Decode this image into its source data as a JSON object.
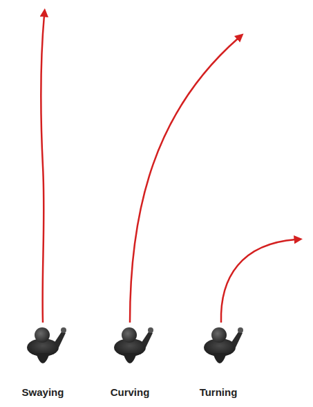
{
  "diagram": {
    "labels": [
      "Swaying",
      "Curving",
      "Turning"
    ]
  }
}
